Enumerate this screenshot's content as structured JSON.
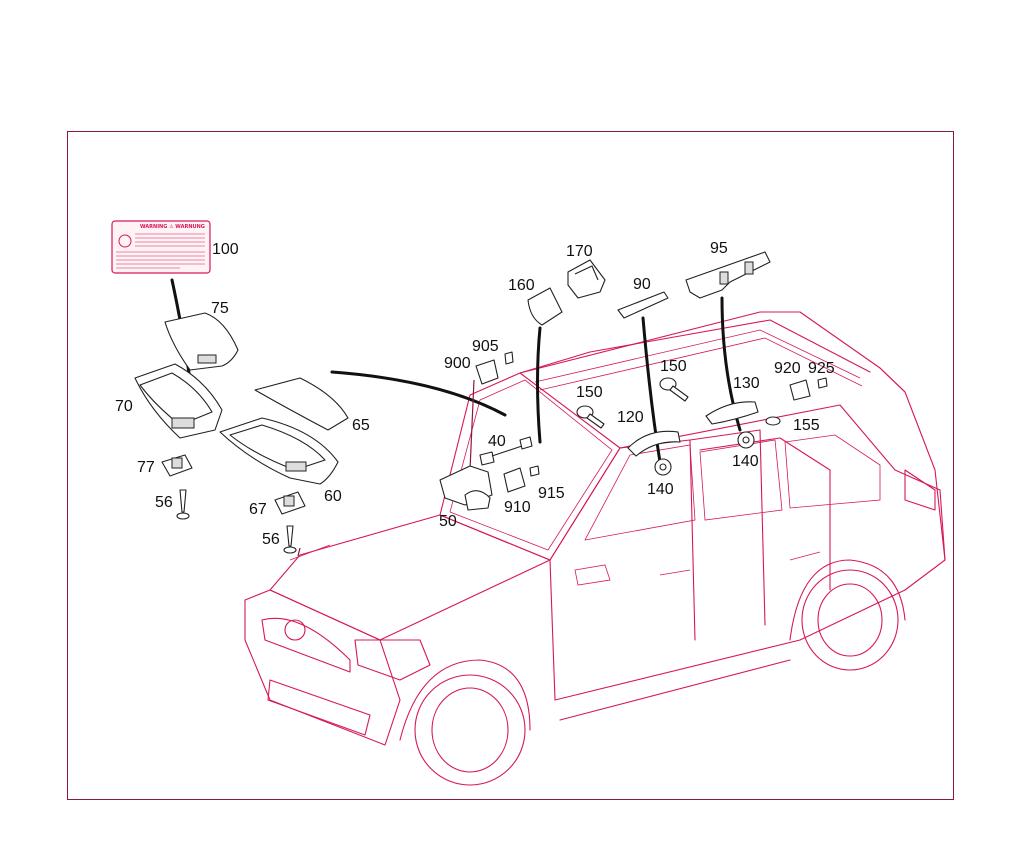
{
  "labels": {
    "p100": "100",
    "p75": "75",
    "p70": "70",
    "p65": "65",
    "p77": "77",
    "p56a": "56",
    "p67": "67",
    "p60": "60",
    "p56b": "56",
    "p170": "170",
    "p160": "160",
    "p905": "905",
    "p900": "900",
    "p90": "90",
    "p95": "95",
    "p150a": "150",
    "p150b": "150",
    "p920": "920",
    "p925": "925",
    "p130": "130",
    "p120": "120",
    "p155": "155",
    "p40": "40",
    "p140a": "140",
    "p140b": "140",
    "p915": "915",
    "p910": "910",
    "p50": "50"
  },
  "warning_label": {
    "heading": "WARNING ⚠ WARNUNG"
  },
  "colors": {
    "car_outline": "#d6185a",
    "frame": "#8a1a3a",
    "parts": "#222222"
  }
}
